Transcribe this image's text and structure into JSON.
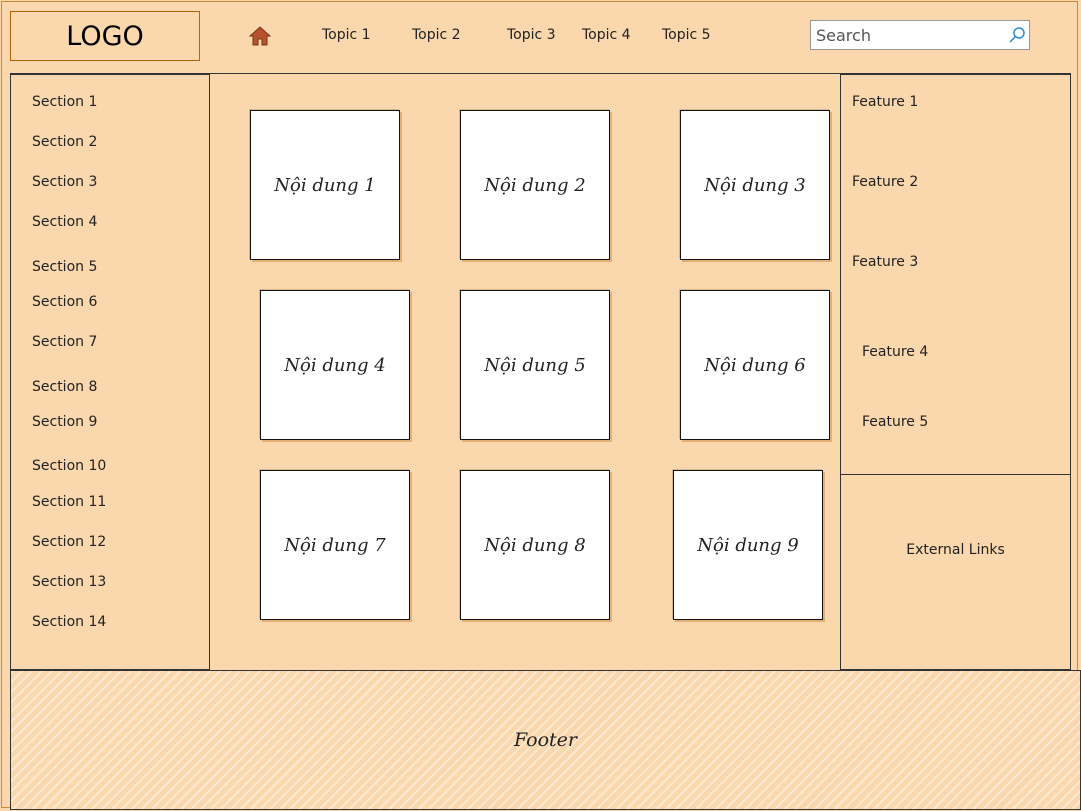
{
  "header": {
    "logo": "LOGO",
    "topics": [
      "Topic 1",
      "Topic 2",
      "Topic 3",
      "Topic 4",
      "Topic 5"
    ],
    "search": {
      "placeholder": "Search",
      "value": ""
    }
  },
  "sidebar": {
    "sections": [
      "Section 1",
      "Section 2",
      "Section 3",
      "Section 4",
      "Section 5",
      "Section 6",
      "Section 7",
      "Section 8",
      "Section 9",
      "Section 10",
      "Section 11",
      "Section 12",
      "Section 13",
      "Section 14"
    ]
  },
  "content": {
    "cards": [
      "Nội dung 1",
      "Nội dung 2",
      "Nội dung 3",
      "Nội dung 4",
      "Nội dung 5",
      "Nội dung 6",
      "Nội dung 7",
      "Nội dung 8",
      "Nội dung 9"
    ]
  },
  "features": {
    "items": [
      "Feature 1",
      "Feature 2",
      "Feature 3",
      "Feature 4",
      "Feature 5"
    ],
    "external_links": "External Links"
  },
  "footer": {
    "label": "Footer"
  },
  "colors": {
    "background": "#fad7ac",
    "home_icon": "#b5532c",
    "search_icon": "#2a8ad4"
  },
  "icons": {
    "home": "home-icon",
    "search": "search-icon"
  }
}
